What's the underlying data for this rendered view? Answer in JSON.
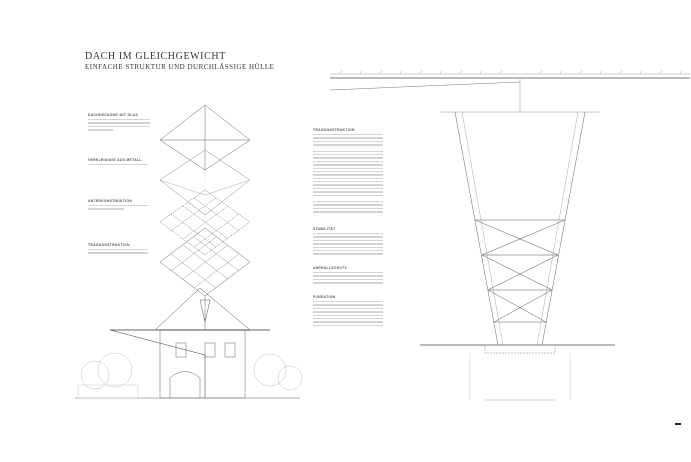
{
  "poster": {
    "title": "DACH IM GLEICHGEWICHT",
    "subtitle": "EINFACHE STRUKTUR UND DURCHLÄSSIGE HÜLLE"
  },
  "layers": [
    {
      "heading": "DACHDECKUNG MIT GLAS"
    },
    {
      "heading": "VERKLEIDUNG AUS METALL"
    },
    {
      "heading": "UNTERKONSTRUKTION"
    },
    {
      "heading": "TRAGKONSTRUKTION"
    }
  ],
  "text_column": {
    "sections": [
      {
        "heading": "TRAGKONSTRUKTION"
      },
      {
        "heading": "STABILITÄT"
      },
      {
        "heading": "ANPRALLSCHUTZ"
      },
      {
        "heading": "FUNDATION"
      }
    ]
  }
}
